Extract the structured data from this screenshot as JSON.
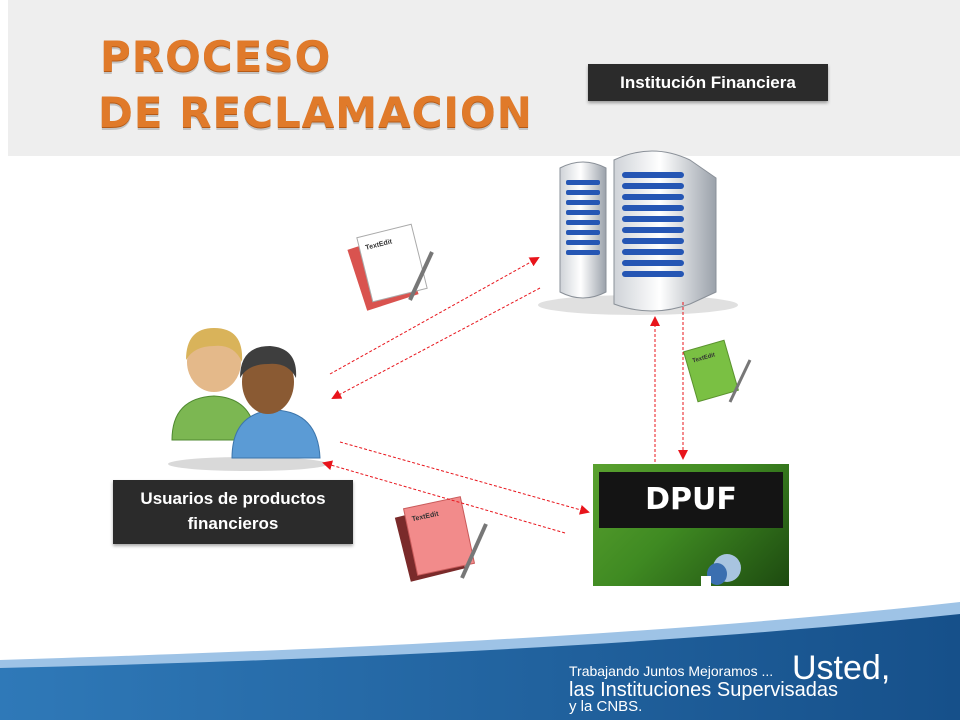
{
  "title": {
    "line1": "PROCESO",
    "line2": "DE RECLAMACION"
  },
  "labels": {
    "institution": "Institución Financiera",
    "users": [
      "Usuarios de productos",
      "financieros"
    ],
    "dpuf": "DPUF"
  },
  "documents": {
    "doc_title": "TextEdit"
  },
  "footer": {
    "line1_small": "Trabajando Juntos Mejoramos ...",
    "line1_big": "Usted,",
    "line2": "las Instituciones Supervisadas",
    "line3": "y la CNBS."
  },
  "colors": {
    "title_orange": "#e07a2a",
    "arrow_red": "#e8141b",
    "footer_blue": "#1c5c97",
    "label_dark": "#2b2b2b",
    "dpuf_green": "#4a9628",
    "doc_red": "#d9534f",
    "doc_green": "#7ac043",
    "server_blue": "#2556b4"
  }
}
